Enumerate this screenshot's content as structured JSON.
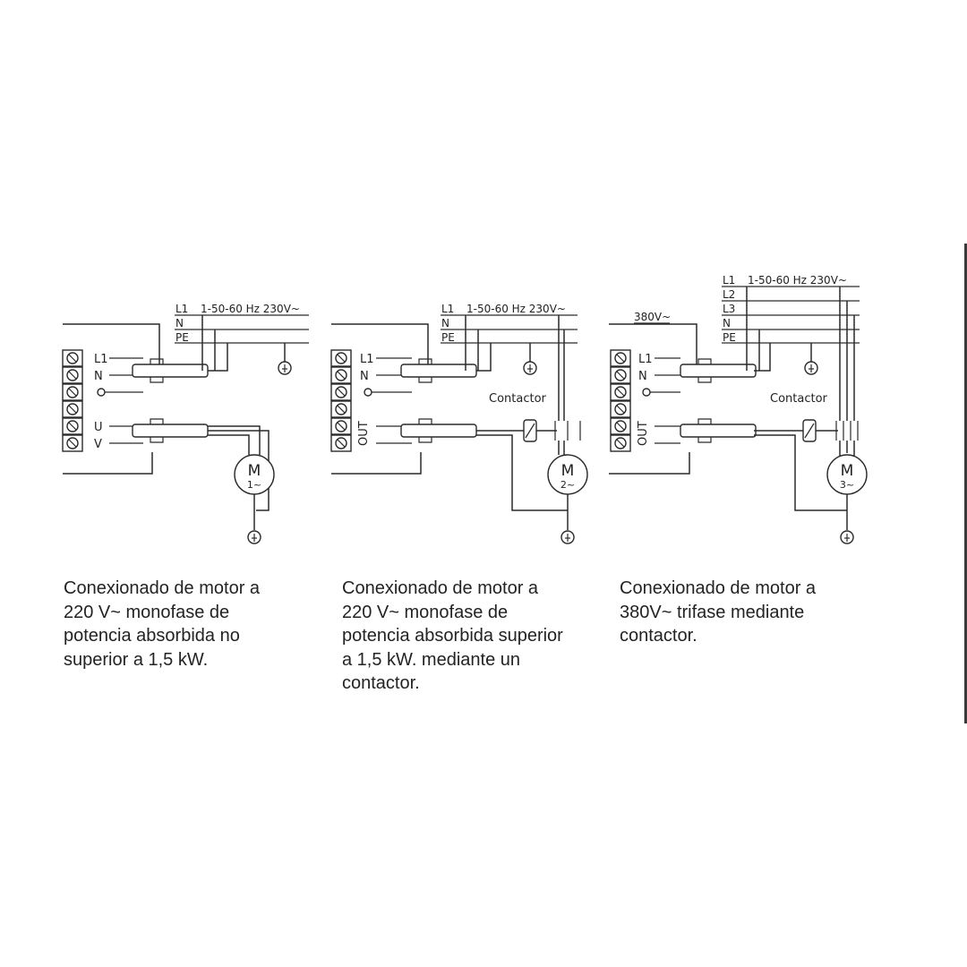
{
  "diagrams": [
    {
      "supply_labels": [
        "L1",
        "1-50-60 Hz 230V~",
        "N",
        "PE"
      ],
      "terminal_labels": [
        "L1",
        "N",
        "U",
        "V"
      ],
      "motor": [
        "M",
        "1~"
      ],
      "caption": [
        "Conexionado de motor a",
        "220 V~ monofase de",
        "potencia absorbida no",
        "superior a 1,5 kW."
      ]
    },
    {
      "supply_labels": [
        "L1",
        "1-50-60 Hz 230V~",
        "N",
        "PE"
      ],
      "terminal_labels": [
        "L1",
        "N",
        "OUT"
      ],
      "contactor_label": "Contactor",
      "motor": [
        "M",
        "2~"
      ],
      "caption": [
        "Conexionado de motor a",
        "220 V~ monofase de",
        "potencia absorbida superior",
        "a 1,5 kW. mediante un",
        "contactor."
      ]
    },
    {
      "supply_labels": [
        "L1",
        "1-50-60 Hz 230V~",
        "L2",
        "L3",
        "N",
        "PE"
      ],
      "voltage_label": "380V~",
      "terminal_labels": [
        "L1",
        "N",
        "OUT"
      ],
      "contactor_label": "Contactor",
      "motor": [
        "M",
        "3~"
      ],
      "caption": [
        "Conexionado de motor a",
        "380V~ trifase mediante",
        "contactor."
      ]
    }
  ]
}
